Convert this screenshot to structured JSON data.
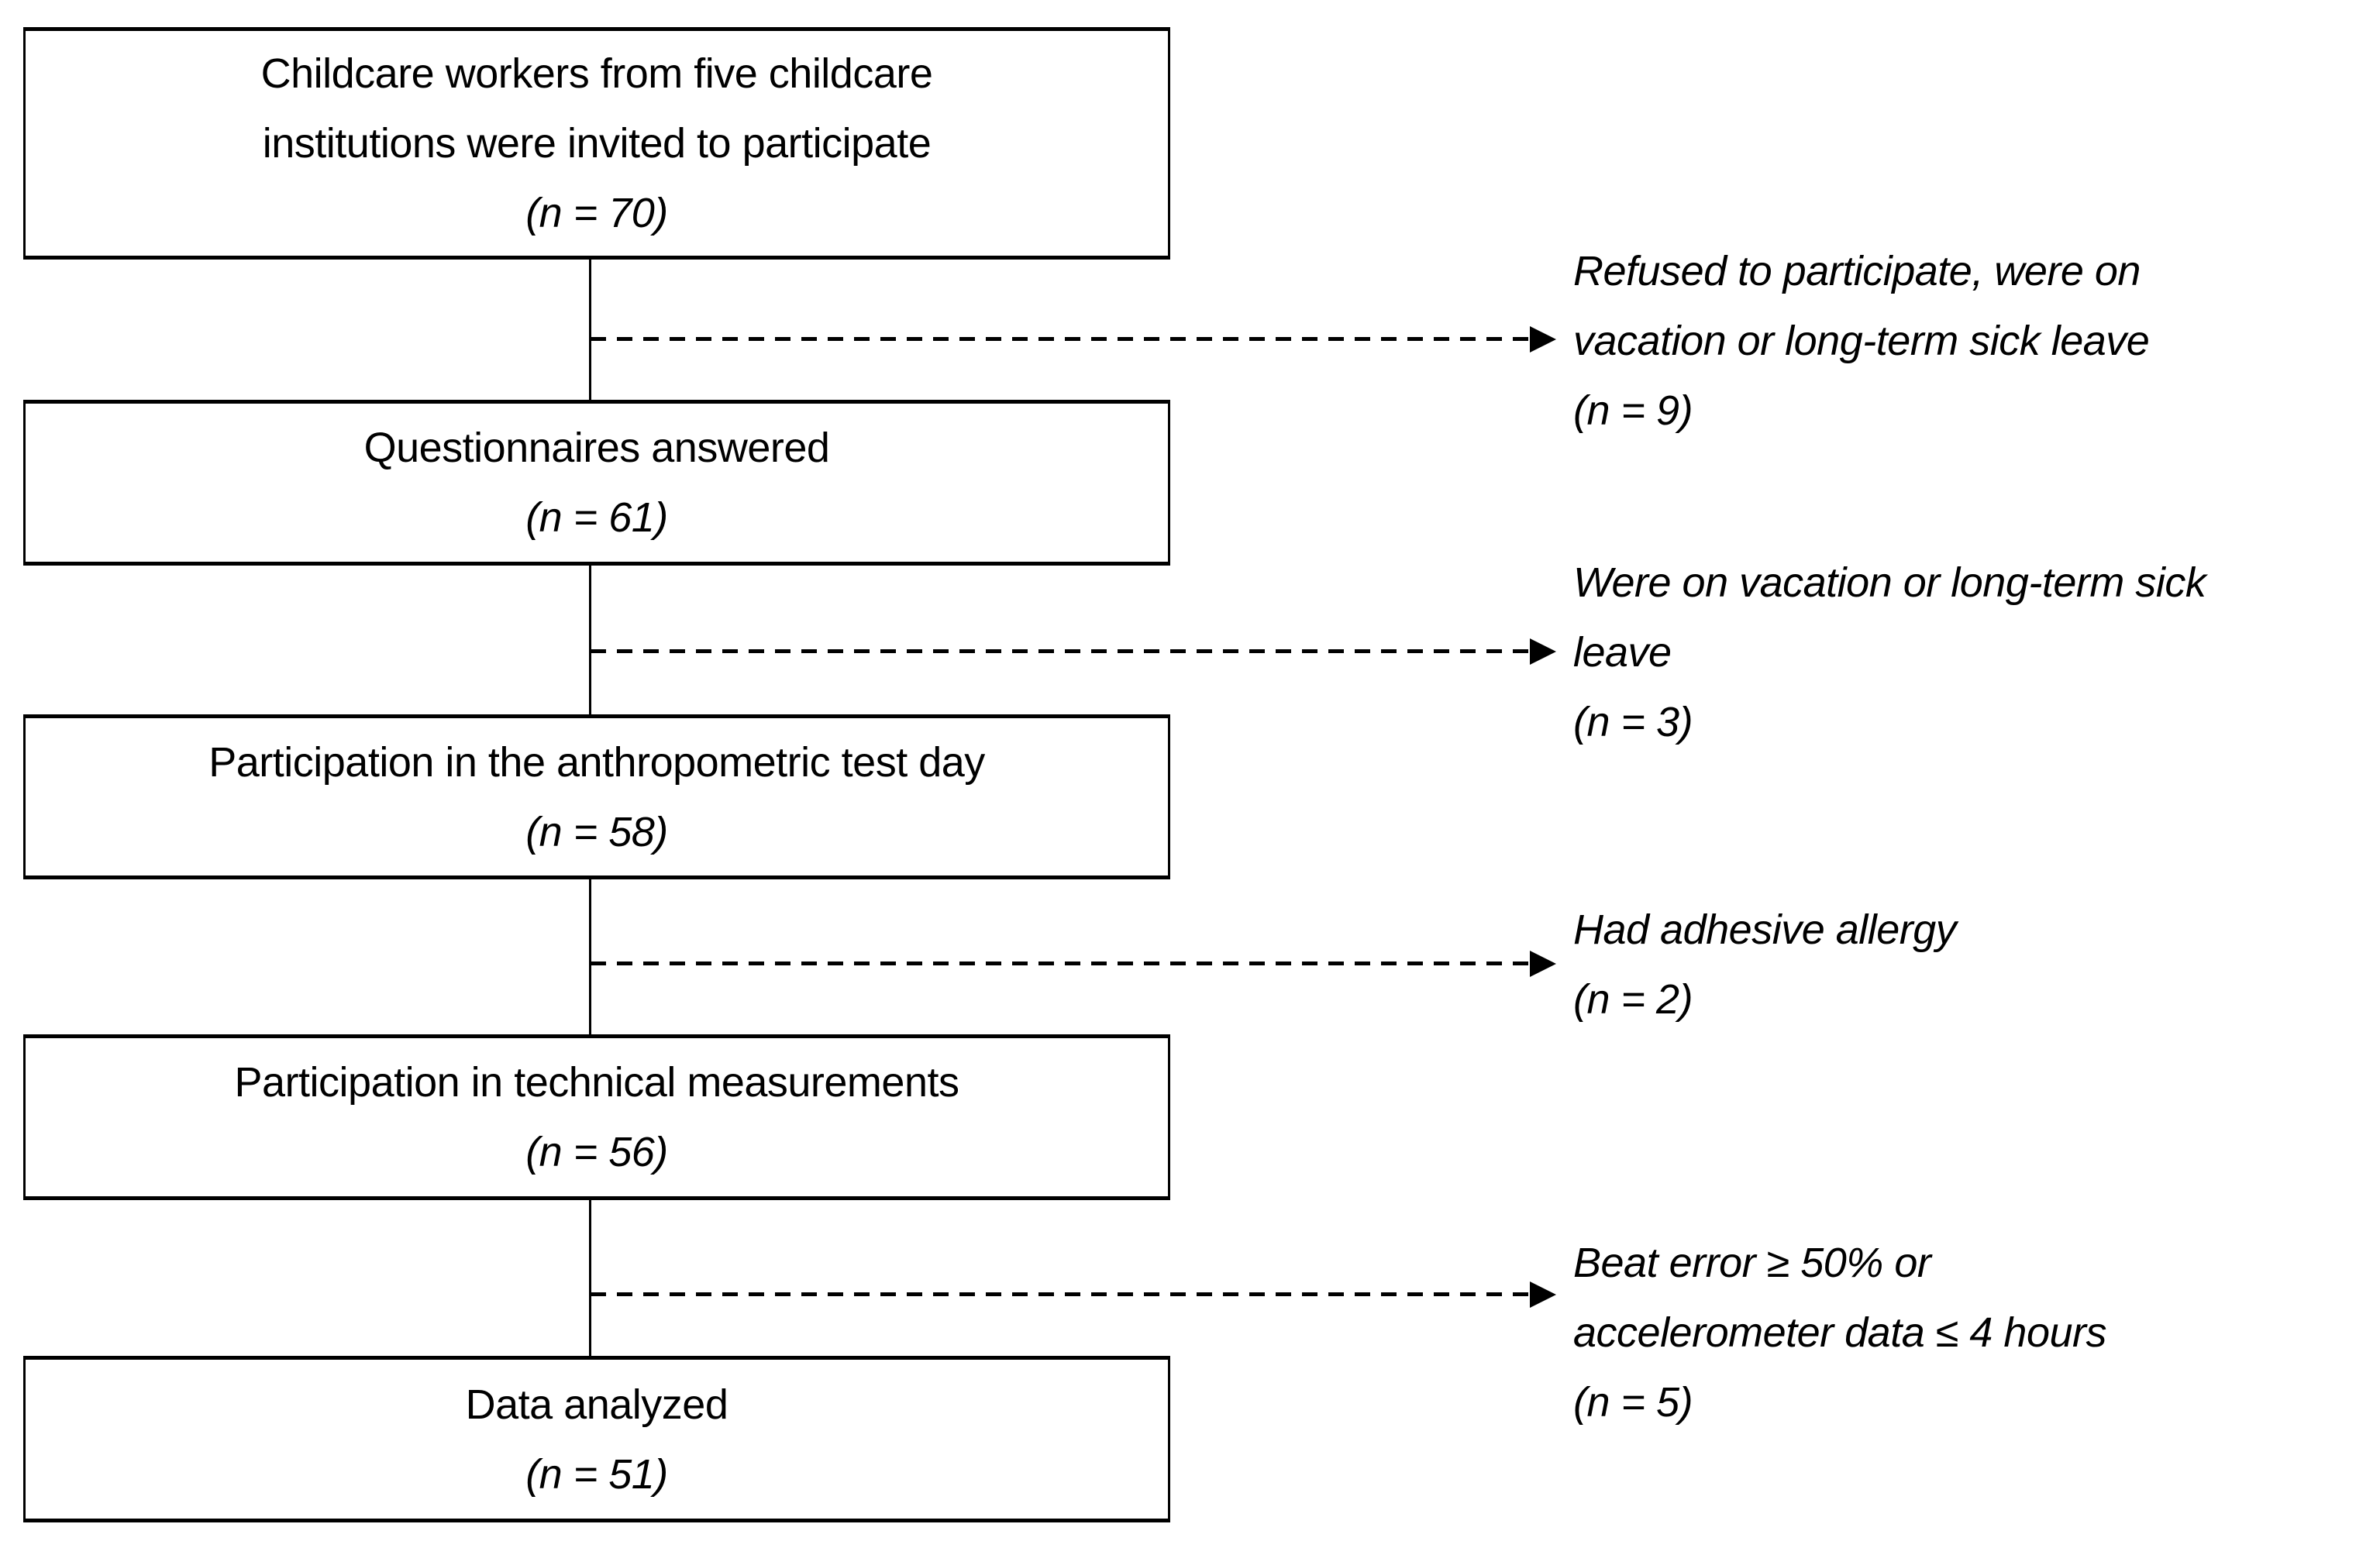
{
  "figure": {
    "colors": {
      "ink": "#000000",
      "background": "#ffffff"
    }
  },
  "flow_boxes": [
    {
      "id": "invited",
      "lines": [
        "Childcare workers from five childcare",
        "institutions were invited to participate"
      ],
      "n_label": "(n = 70)"
    },
    {
      "id": "questionnaires-answered",
      "lines": [
        "Questionnaires answered"
      ],
      "n_label": "(n = 61)"
    },
    {
      "id": "anthropometric-test-day",
      "lines": [
        "Participation in the anthropometric test day"
      ],
      "n_label": "(n = 58)"
    },
    {
      "id": "technical-measurements",
      "lines": [
        "Participation in technical measurements"
      ],
      "n_label": "(n = 56)"
    },
    {
      "id": "data-analyzed",
      "lines": [
        "Data analyzed"
      ],
      "n_label": "(n = 51)"
    }
  ],
  "exclusions": [
    {
      "lines": [
        "Refused to participate, were on",
        "vacation or long-term sick leave"
      ],
      "n_label": "(n = 9)"
    },
    {
      "lines": [
        "Were on vacation or long-term sick",
        "leave"
      ],
      "n_label": "(n = 3)"
    },
    {
      "lines": [
        "Had adhesive allergy"
      ],
      "n_label": "(n = 2)"
    },
    {
      "lines": [
        "Beat error ≥ 50% or",
        "accelerometer data ≤ 4 hours"
      ],
      "n_label": "(n = 5)"
    }
  ]
}
